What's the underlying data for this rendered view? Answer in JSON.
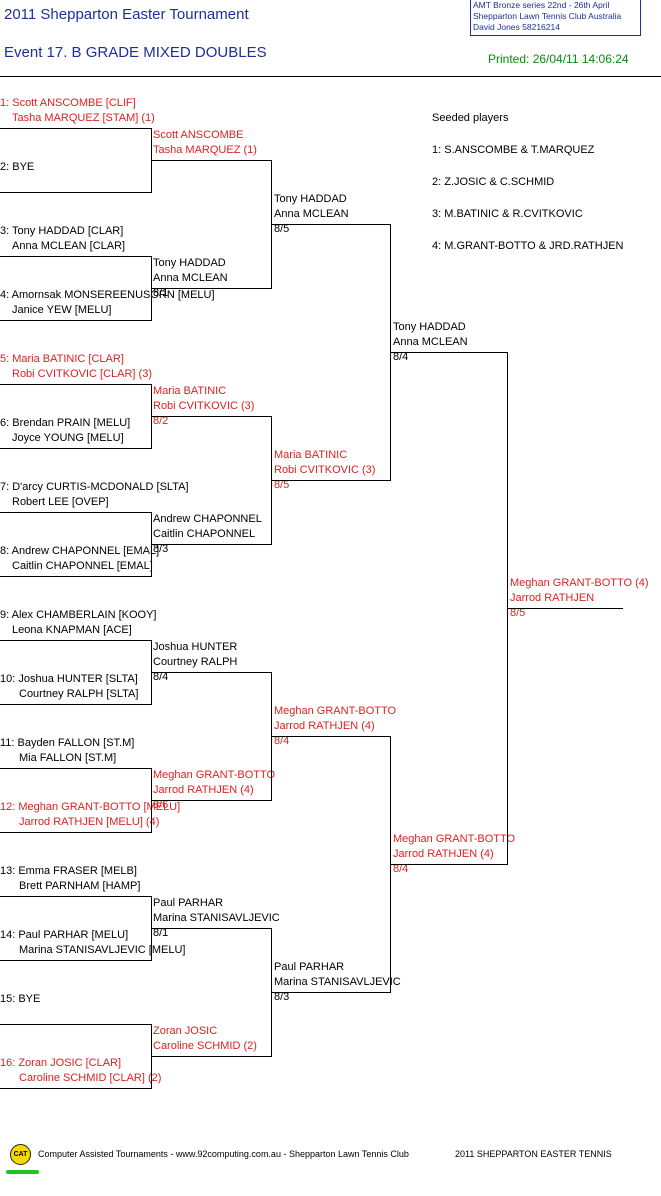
{
  "header": {
    "title": "2011 Shepparton Easter Tournament",
    "event": "Event 17. B GRADE MIXED DOUBLES",
    "info_line1": "AMT Bronze series    22nd - 26th April",
    "info_line2": "Shepparton Lawn Tennis Club    Australia",
    "info_line3": "David Jones    58216214",
    "printed": "Printed: 26/04/11 14:06:24"
  },
  "round1": [
    {
      "p1": "1: Scott ANSCOMBE [CLIF]",
      "p2": "Tasha MARQUEZ [STAM] (1)",
      "seeded": true
    },
    {
      "p1": "2: BYE",
      "p2": "",
      "seeded": false
    },
    {
      "p1": "3: Tony HADDAD [CLAR]",
      "p2": "Anna MCLEAN [CLAR]",
      "seeded": false
    },
    {
      "p1": "4: Amornsak MONSEREENUSORN [MELU]",
      "p2": "Janice YEW [MELU]",
      "seeded": false
    },
    {
      "p1": "5: Maria BATINIC [CLAR]",
      "p2": "Robi CVITKOVIC [CLAR] (3)",
      "seeded": true
    },
    {
      "p1": "6: Brendan PRAIN [MELU]",
      "p2": "Joyce YOUNG [MELU]",
      "seeded": false
    },
    {
      "p1": "7: D'arcy CURTIS-MCDONALD [SLTA]",
      "p2": "Robert LEE [OVEP]",
      "seeded": false
    },
    {
      "p1": "8: Andrew CHAPONNEL [EMAL]",
      "p2": "Caitlin CHAPONNEL [EMAL]",
      "seeded": false
    },
    {
      "p1": "9: Alex CHAMBERLAIN [KOOY]",
      "p2": "Leona KNAPMAN [ACE]",
      "seeded": false
    },
    {
      "p1": "10: Joshua HUNTER [SLTA]",
      "p2": "Courtney RALPH [SLTA]",
      "seeded": false
    },
    {
      "p1": "11: Bayden FALLON [ST.M]",
      "p2": "Mia FALLON [ST.M]",
      "seeded": false
    },
    {
      "p1": "12: Meghan GRANT-BOTTO [MELU]",
      "p2": "Jarrod RATHJEN [MELU] (4)",
      "seeded": true
    },
    {
      "p1": "13: Emma FRASER [MELB]",
      "p2": "Brett PARNHAM [HAMP]",
      "seeded": false
    },
    {
      "p1": "14: Paul PARHAR [MELU]",
      "p2": "Marina STANISAVLJEVIC [MELU]",
      "seeded": false
    },
    {
      "p1": "15: BYE",
      "p2": "",
      "seeded": false
    },
    {
      "p1": "16: Zoran JOSIC [CLAR]",
      "p2": "Caroline SCHMID [CLAR] (2)",
      "seeded": true
    }
  ],
  "round2": [
    {
      "p1": "Scott ANSCOMBE",
      "p2": "Tasha MARQUEZ (1)",
      "score": "",
      "seeded": true
    },
    {
      "p1": "Tony HADDAD",
      "p2": "Anna MCLEAN",
      "score": "8/1",
      "seeded": false
    },
    {
      "p1": "Maria BATINIC",
      "p2": "Robi CVITKOVIC (3)",
      "score": "8/2",
      "seeded": true
    },
    {
      "p1": "Andrew CHAPONNEL",
      "p2": "Caitlin CHAPONNEL",
      "score": "8/3",
      "seeded": false
    },
    {
      "p1": "Joshua HUNTER",
      "p2": "Courtney RALPH",
      "score": "8/4",
      "seeded": false
    },
    {
      "p1": "Meghan GRANT-BOTTO",
      "p2": "Jarrod RATHJEN (4)",
      "score": "8/6",
      "seeded": true
    },
    {
      "p1": "Paul PARHAR",
      "p2": "Marina STANISAVLJEVIC",
      "score": "8/1",
      "seeded": false
    },
    {
      "p1": "Zoran JOSIC",
      "p2": "Caroline SCHMID (2)",
      "score": "",
      "seeded": true
    }
  ],
  "round3": [
    {
      "p1": "Tony HADDAD",
      "p2": "Anna MCLEAN",
      "score": "8/5",
      "seeded": false
    },
    {
      "p1": "Maria BATINIC",
      "p2": "Robi CVITKOVIC (3)",
      "score": "8/5",
      "seeded": true
    },
    {
      "p1": "Meghan GRANT-BOTTO",
      "p2": "Jarrod RATHJEN (4)",
      "score": "8/4",
      "seeded": true
    },
    {
      "p1": "Paul PARHAR",
      "p2": "Marina STANISAVLJEVIC",
      "score": "8/3",
      "seeded": false
    }
  ],
  "round4": [
    {
      "p1": "Tony HADDAD",
      "p2": "Anna MCLEAN",
      "score": "8/4",
      "seeded": false
    },
    {
      "p1": "Meghan GRANT-BOTTO",
      "p2": "Jarrod RATHJEN (4)",
      "score": "8/4",
      "seeded": true
    }
  ],
  "winner": {
    "p1": "Meghan GRANT-BOTTO (4)",
    "p2": "Jarrod RATHJEN",
    "score": "8/5",
    "seeded": true
  },
  "seeds": {
    "heading": "Seeded players",
    "items": [
      "1: S.ANSCOMBE & T.MARQUEZ",
      "2: Z.JOSIC & C.SCHMID",
      "3: M.BATINIC & R.CVITKOVIC",
      "4: M.GRANT-BOTTO & JRD.RATHJEN"
    ]
  },
  "footer": {
    "logo_text": "CAT",
    "left": "Computer Assisted Tournaments - www.92computing.com.au -  Shepparton Lawn Tennis Club",
    "right": "2011 SHEPPARTON EASTER TENNIS"
  },
  "colors": {
    "title": "#1f2f9a",
    "seeded": "#e02020",
    "printed": "#0a8a0a"
  }
}
